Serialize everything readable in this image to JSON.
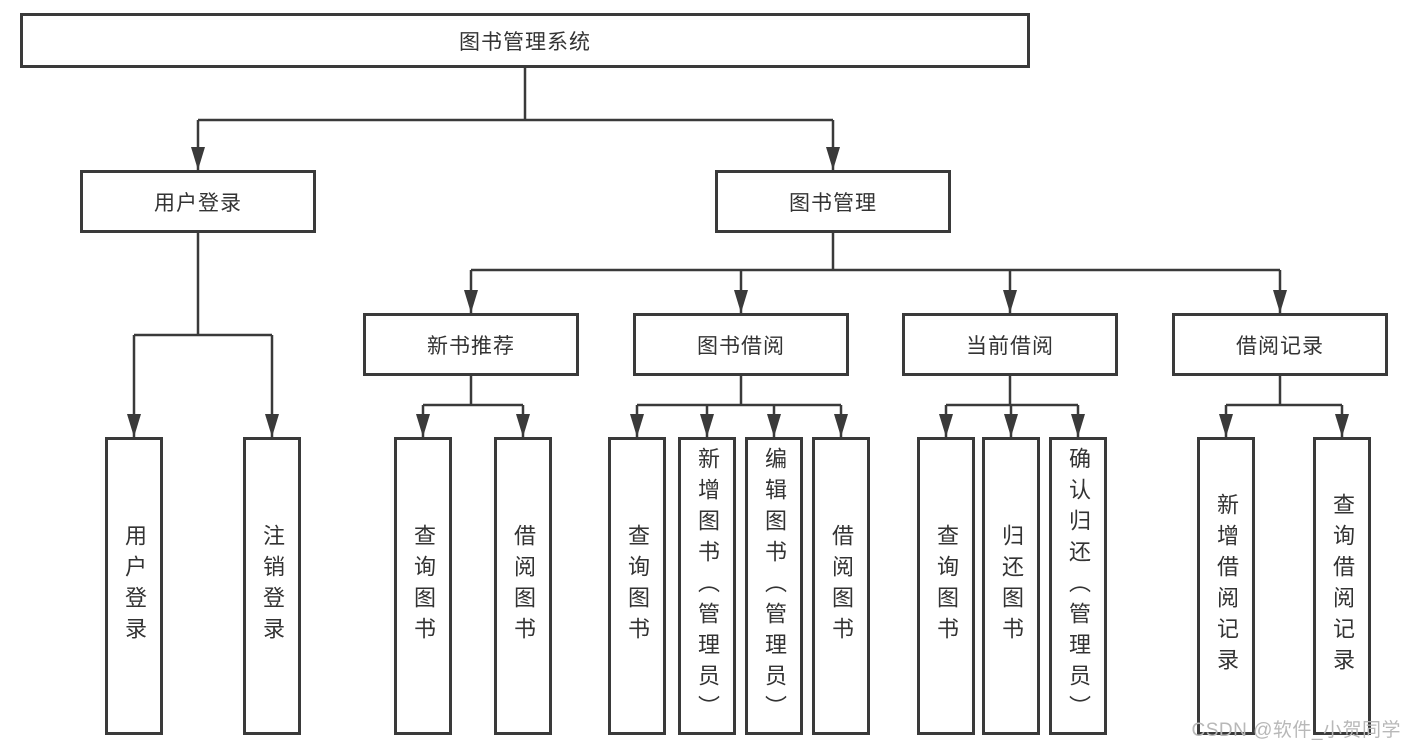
{
  "tree": {
    "label": "图书管理系统",
    "children": [
      {
        "label": "用户登录",
        "children": [
          {
            "label": "用户登录"
          },
          {
            "label": "注销登录"
          }
        ]
      },
      {
        "label": "图书管理",
        "children": [
          {
            "label": "新书推荐",
            "children": [
              {
                "label": "查询图书"
              },
              {
                "label": "借阅图书"
              }
            ]
          },
          {
            "label": "图书借阅",
            "children": [
              {
                "label": "查询图书"
              },
              {
                "label": "新增图书（管理员）"
              },
              {
                "label": "编辑图书（管理员）"
              },
              {
                "label": "借阅图书"
              }
            ]
          },
          {
            "label": "当前借阅",
            "children": [
              {
                "label": "查询图书"
              },
              {
                "label": "归还图书"
              },
              {
                "label": "确认归还（管理员）"
              }
            ]
          },
          {
            "label": "借阅记录",
            "children": [
              {
                "label": "新增借阅记录"
              },
              {
                "label": "查询借阅记录"
              }
            ]
          }
        ]
      }
    ]
  },
  "watermark": {
    "text": "CSDN @软件_小贺同学"
  },
  "colors": {
    "line": "#3a3a3a",
    "box_border": "#3a3a3a",
    "box_background": "#ffffff",
    "text": "#333333",
    "watermark_text": "#b8b8b8",
    "page_background": "#ffffff"
  }
}
